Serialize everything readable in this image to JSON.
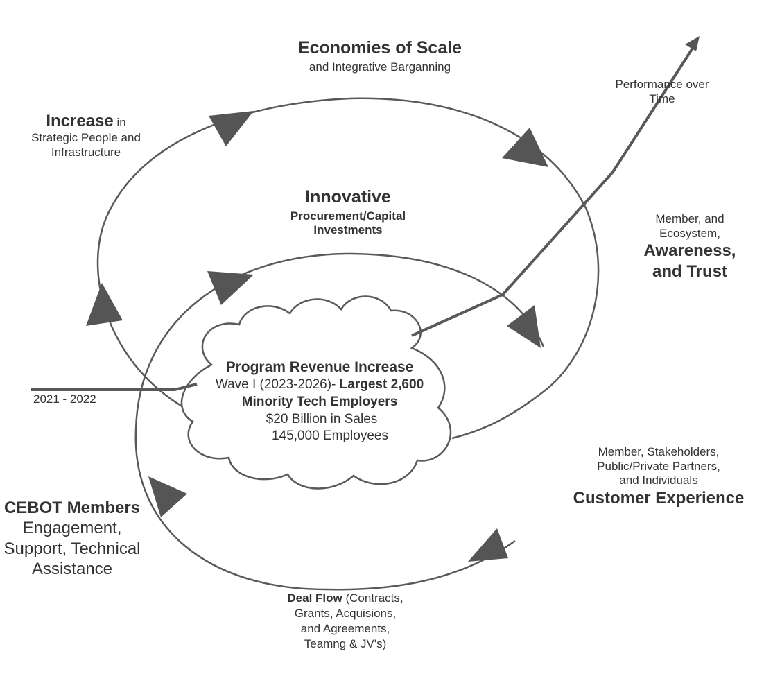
{
  "colors": {
    "stroke": "#595959",
    "arrow_fill": "#555555",
    "text": "#333333",
    "background": "#ffffff"
  },
  "labels": {
    "economies": {
      "title": "Economies of Scale",
      "subtitle": "and Integrative Barganning"
    },
    "performance": {
      "line1": "Performance over",
      "line2": "Time"
    },
    "increase": {
      "bold": "Increase",
      "rest": " in",
      "line2": "Strategic People and",
      "line3": "Infrastructure"
    },
    "innovative": {
      "title": "Innovative",
      "line2": "Procurement/Capital",
      "line3": "Investments"
    },
    "awareness": {
      "line1": "Member, and",
      "line2": "Ecosystem,",
      "line3": "Awareness,",
      "line4": "and Trust"
    },
    "program": {
      "title": "Program Revenue Increase",
      "wave_prefix": "Wave I  (2023-2026)- ",
      "wave_bold": "Largest  2,600",
      "line3": "Minority Tech Employers",
      "line4": "$20 Billion in Sales",
      "line5": "145,000 Employees"
    },
    "years": "2021 - 2022",
    "customer": {
      "line1": "Member, Stakeholders,",
      "line2": "Public/Private Partners,",
      "line3": "and Individuals",
      "line4": "Customer Experience"
    },
    "cebot": {
      "title": "CEBOT Members",
      "line2": "Engagement,",
      "line3": "Support, Technical",
      "line4": "Assistance"
    },
    "dealflow": {
      "bold": "Deal Flow",
      "rest": " (Contracts,",
      "line2": "Grants, Acquisions,",
      "line3": "and Agreements,",
      "line4": "Teamng & JV's)"
    }
  }
}
